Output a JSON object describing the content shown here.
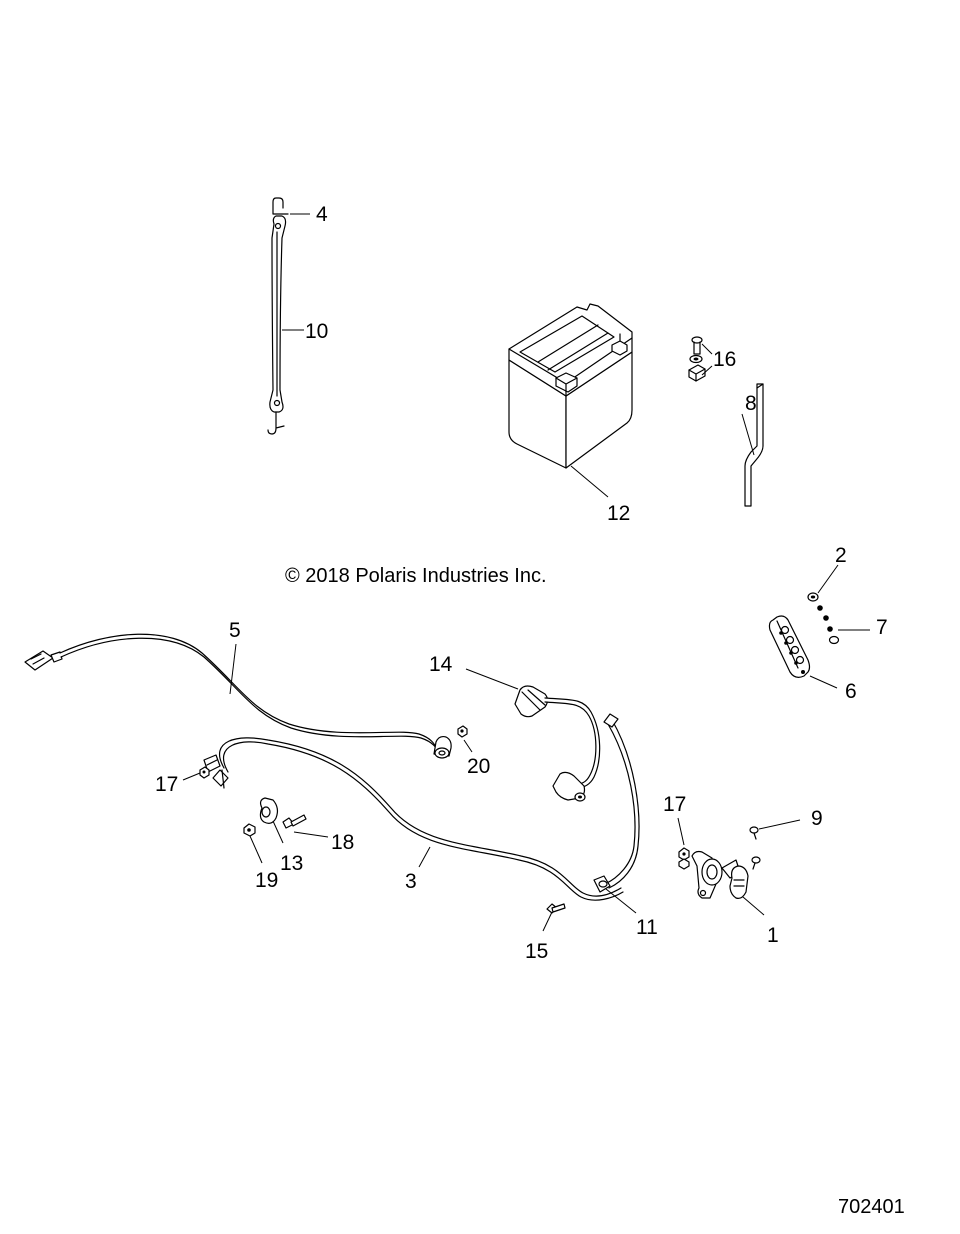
{
  "copyright": "© 2018 Polaris Industries Inc.",
  "document_number": "702401",
  "callouts": [
    {
      "id": "c1",
      "label": "1"
    },
    {
      "id": "c2",
      "label": "2"
    },
    {
      "id": "c3",
      "label": "3"
    },
    {
      "id": "c4",
      "label": "4"
    },
    {
      "id": "c5",
      "label": "5"
    },
    {
      "id": "c6",
      "label": "6"
    },
    {
      "id": "c7",
      "label": "7"
    },
    {
      "id": "c8",
      "label": "8"
    },
    {
      "id": "c9",
      "label": "9"
    },
    {
      "id": "c10",
      "label": "10"
    },
    {
      "id": "c11",
      "label": "11"
    },
    {
      "id": "c12",
      "label": "12"
    },
    {
      "id": "c13",
      "label": "13"
    },
    {
      "id": "c14",
      "label": "14"
    },
    {
      "id": "c15",
      "label": "15"
    },
    {
      "id": "c16",
      "label": "16"
    },
    {
      "id": "c17a",
      "label": "17"
    },
    {
      "id": "c17b",
      "label": "17"
    },
    {
      "id": "c18",
      "label": "18"
    },
    {
      "id": "c19",
      "label": "19"
    },
    {
      "id": "c20",
      "label": "20"
    }
  ]
}
